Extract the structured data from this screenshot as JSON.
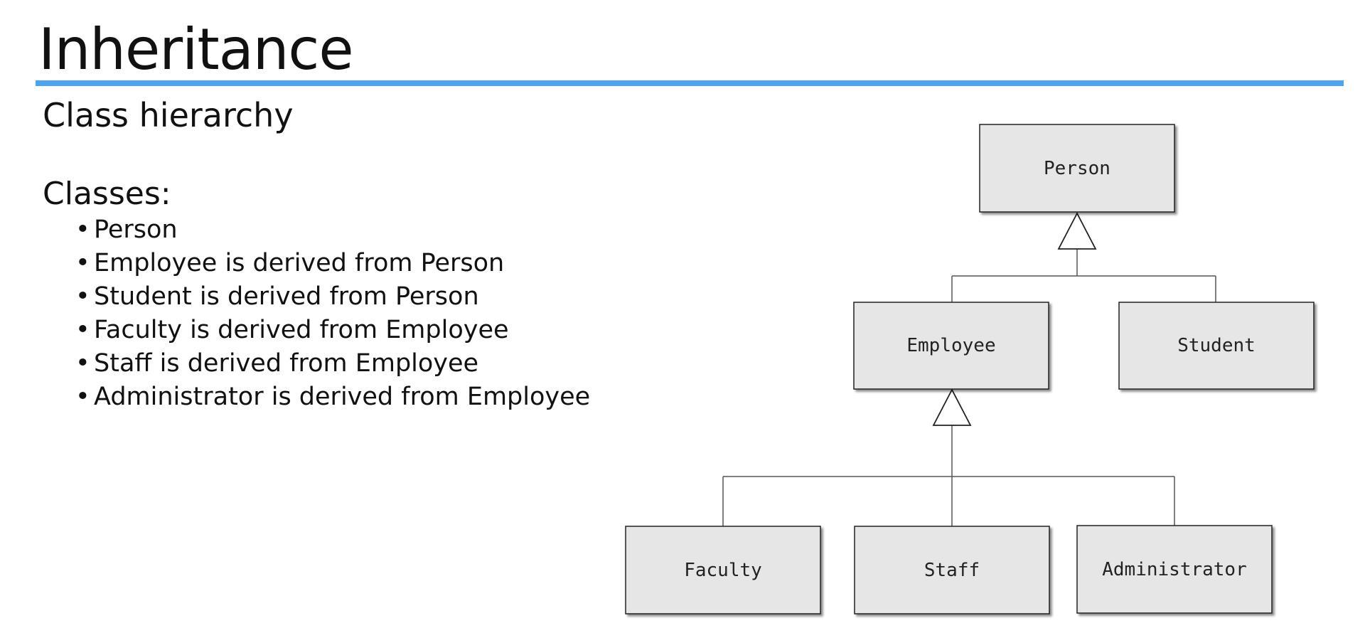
{
  "slide": {
    "title": "Inheritance",
    "subtitle": "Class hierarchy",
    "classes_heading": "Classes:",
    "bullets": [
      "Person",
      "Employee is derived from Person",
      "Student is derived from Person",
      "Faculty is derived from Employee",
      "Staff is derived from Employee",
      "Administrator is derived from Employee"
    ]
  },
  "diagram": {
    "nodes": [
      {
        "id": "person",
        "label": "Person"
      },
      {
        "id": "employee",
        "label": "Employee"
      },
      {
        "id": "student",
        "label": "Student"
      },
      {
        "id": "faculty",
        "label": "Faculty"
      },
      {
        "id": "staff",
        "label": "Staff"
      },
      {
        "id": "administrator",
        "label": "Administrator"
      }
    ],
    "edges": [
      {
        "from": "employee",
        "to": "person",
        "type": "inheritance"
      },
      {
        "from": "student",
        "to": "person",
        "type": "inheritance"
      },
      {
        "from": "faculty",
        "to": "employee",
        "type": "inheritance"
      },
      {
        "from": "staff",
        "to": "employee",
        "type": "inheritance"
      },
      {
        "from": "administrator",
        "to": "employee",
        "type": "inheritance"
      }
    ],
    "colors": {
      "box_fill": "#e6e6e6",
      "box_stroke": "#222222",
      "rule": "#4da3ec"
    }
  }
}
